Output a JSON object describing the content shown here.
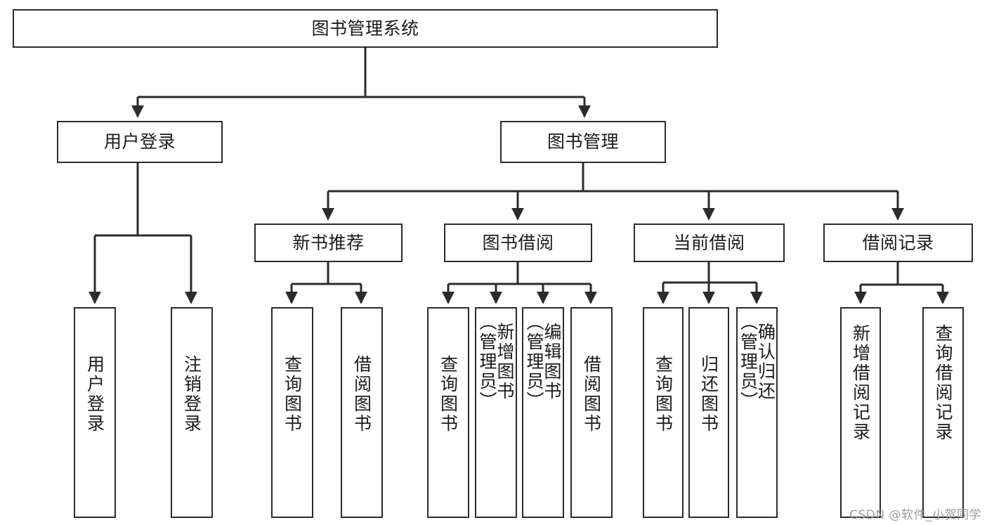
{
  "diagram": {
    "title": "图书管理系统",
    "type": "tree-hierarchy",
    "root": {
      "id": "root",
      "label": "图书管理系统"
    },
    "level2": [
      {
        "id": "user-login",
        "label": "用户登录"
      },
      {
        "id": "book-manage",
        "label": "图书管理"
      }
    ],
    "level3": [
      {
        "id": "new-book-recommend",
        "label": "新书推荐",
        "parent": "book-manage"
      },
      {
        "id": "book-borrow",
        "label": "图书借阅",
        "parent": "book-manage"
      },
      {
        "id": "current-borrow",
        "label": "当前借阅",
        "parent": "book-manage"
      },
      {
        "id": "borrow-record",
        "label": "借阅记录",
        "parent": "book-manage"
      }
    ],
    "leaves": {
      "user-login": [
        {
          "id": "leaf-user-login",
          "label": "用户登录"
        },
        {
          "id": "leaf-logout-login",
          "label": "注销登录"
        }
      ],
      "new-book-recommend": [
        {
          "id": "leaf-query-book-1",
          "label": "查询图书"
        },
        {
          "id": "leaf-borrow-book-1",
          "label": "借阅图书"
        }
      ],
      "book-borrow": [
        {
          "id": "leaf-query-book-2",
          "label": "查询图书"
        },
        {
          "id": "leaf-add-book",
          "label": "新增图书\n（管理员）"
        },
        {
          "id": "leaf-edit-book",
          "label": "编辑图书\n（管理员）"
        },
        {
          "id": "leaf-borrow-book-2",
          "label": "借阅图书"
        }
      ],
      "current-borrow": [
        {
          "id": "leaf-query-book-3",
          "label": "查询图书"
        },
        {
          "id": "leaf-return-book",
          "label": "归还图书"
        },
        {
          "id": "leaf-confirm-return",
          "label": "确认归还\n（管理员）"
        }
      ],
      "borrow-record": [
        {
          "id": "leaf-add-record",
          "label": "新增借阅记录"
        },
        {
          "id": "leaf-query-record",
          "label": "查询借阅记录"
        }
      ]
    }
  },
  "watermark": "CSDN @软件_小贺同学",
  "colors": {
    "border": "#2b2b2b",
    "background": "#ffffff",
    "text": "#1b1b1b",
    "watermark": "#9b9b9b"
  }
}
